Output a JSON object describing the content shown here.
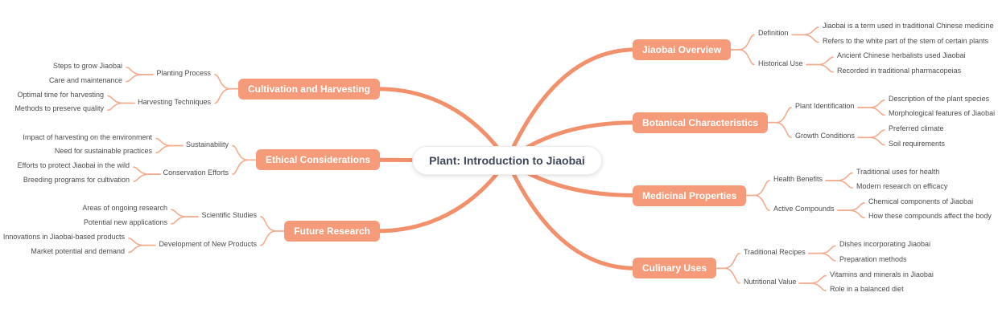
{
  "root": {
    "label": "Plant: Introduction to Jiaobai"
  },
  "colors": {
    "branch_fill": "#f59b79",
    "branch_text": "#ffffff",
    "link_main": "#f2906c",
    "link_sub": "#f3ab8d",
    "label_text": "#4b4b4b",
    "root_text": "#3e4657",
    "root_bg": "#ffffff"
  },
  "right": [
    {
      "label": "Jiaobai Overview",
      "children": [
        {
          "label": "Definition",
          "children": [
            {
              "label": "Jiaobai is a term used in traditional Chinese medicine"
            },
            {
              "label": "Refers to the white part of the stem of certain plants"
            }
          ]
        },
        {
          "label": "Historical Use",
          "children": [
            {
              "label": "Ancient Chinese herbalists used Jiaobai"
            },
            {
              "label": "Recorded in traditional pharmacopeias"
            }
          ]
        }
      ]
    },
    {
      "label": "Botanical Characteristics",
      "children": [
        {
          "label": "Plant Identification",
          "children": [
            {
              "label": "Description of the plant species"
            },
            {
              "label": "Morphological features of Jiaobai"
            }
          ]
        },
        {
          "label": "Growth Conditions",
          "children": [
            {
              "label": "Preferred climate"
            },
            {
              "label": "Soil requirements"
            }
          ]
        }
      ]
    },
    {
      "label": "Medicinal Properties",
      "children": [
        {
          "label": "Health Benefits",
          "children": [
            {
              "label": "Traditional uses for health"
            },
            {
              "label": "Modern research on efficacy"
            }
          ]
        },
        {
          "label": "Active Compounds",
          "children": [
            {
              "label": "Chemical components of Jiaobai"
            },
            {
              "label": "How these compounds affect the body"
            }
          ]
        }
      ]
    },
    {
      "label": "Culinary Uses",
      "children": [
        {
          "label": "Traditional Recipes",
          "children": [
            {
              "label": "Dishes incorporating Jiaobai"
            },
            {
              "label": "Preparation methods"
            }
          ]
        },
        {
          "label": "Nutritional Value",
          "children": [
            {
              "label": "Vitamins and minerals in Jiaobai"
            },
            {
              "label": "Role in a balanced diet"
            }
          ]
        }
      ]
    }
  ],
  "left": [
    {
      "label": "Cultivation and Harvesting",
      "children": [
        {
          "label": "Planting Process",
          "children": [
            {
              "label": "Steps to grow Jiaobai"
            },
            {
              "label": "Care and maintenance"
            }
          ]
        },
        {
          "label": "Harvesting Techniques",
          "children": [
            {
              "label": "Optimal time for harvesting"
            },
            {
              "label": "Methods to preserve quality"
            }
          ]
        }
      ]
    },
    {
      "label": "Ethical Considerations",
      "children": [
        {
          "label": "Sustainability",
          "children": [
            {
              "label": "Impact of harvesting on the environment"
            },
            {
              "label": "Need for sustainable practices"
            }
          ]
        },
        {
          "label": "Conservation Efforts",
          "children": [
            {
              "label": "Efforts to protect Jiaobai in the wild"
            },
            {
              "label": "Breeding programs for cultivation"
            }
          ]
        }
      ]
    },
    {
      "label": "Future Research",
      "children": [
        {
          "label": "Scientific Studies",
          "children": [
            {
              "label": "Areas of ongoing research"
            },
            {
              "label": "Potential new applications"
            }
          ]
        },
        {
          "label": "Development of New Products",
          "children": [
            {
              "label": "Innovations in Jiaobai-based products"
            },
            {
              "label": "Market potential and demand"
            }
          ]
        }
      ]
    }
  ]
}
